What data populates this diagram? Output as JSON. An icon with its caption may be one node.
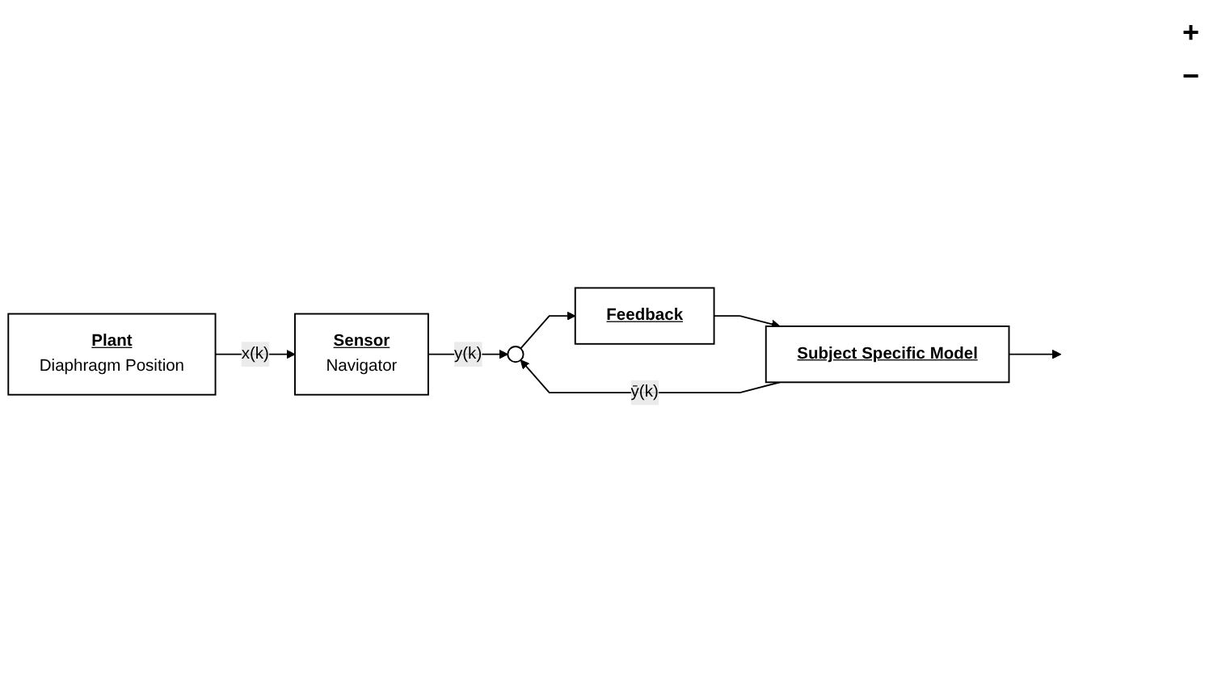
{
  "diagram": {
    "nodes": [
      {
        "text": [
          "Plant",
          "Diaphragm Position"
        ]
      },
      {
        "text": [
          "Sensor",
          "Navigator"
        ]
      },
      {
        "text": [
          "Subject Specific Model"
        ]
      },
      {
        "text": [],
        "shape": "circle"
      },
      {
        "text": [
          "Feedback"
        ]
      }
    ],
    "edges": [
      {
        "from": 0,
        "to": 1,
        "label": "x(k)",
        "arrow": "to"
      },
      {
        "from": 1,
        "to": 3,
        "label": "y(k)",
        "arrow": "to"
      },
      {
        "from": 2,
        "to": 3,
        "label": "ȳ(k)",
        "arrow": "to"
      },
      {
        "from": 3,
        "to": 4,
        "arrow": "to"
      },
      {
        "from": 4,
        "to": 2,
        "arrow": "to"
      },
      {
        "from": 2,
        "to": null,
        "arrow": "to"
      }
    ],
    "labels": [
      "+",
      "−"
    ]
  }
}
